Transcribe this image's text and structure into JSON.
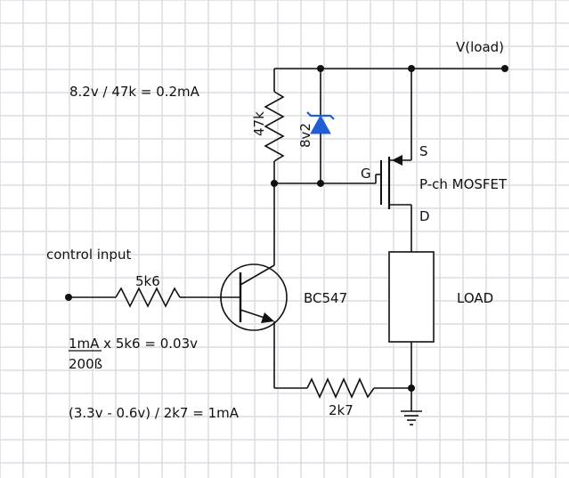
{
  "labels": {
    "vload": "V(load)",
    "r_gate_calc": "8.2v / 47k = 0.2mA",
    "r_gate_value": "47k",
    "zener_value": "8v2",
    "gate_pin": "G",
    "source_pin": "S",
    "drain_pin": "D",
    "mosfet_label": "P-ch MOSFET",
    "control_input": "control input",
    "r_base_value": "5k6",
    "transistor_label": "BC547",
    "load_label": "LOAD",
    "base_calc_num": "1mA x 5k6 = 0.03v",
    "base_calc_den": "200ß",
    "r_emitter_value": "2k7",
    "emitter_calc": "(3.3v - 0.6v) / 2k7 = 1mA"
  },
  "colors": {
    "wire": "#111111",
    "zener": "#1f5fd6",
    "grid": "#d9dde3",
    "background": "#ffffff"
  },
  "icons": {
    "ground": "ground-symbol-icon",
    "zener": "zener-diode-icon",
    "npn": "npn-transistor-icon",
    "pmos": "p-channel-mosfet-icon"
  }
}
